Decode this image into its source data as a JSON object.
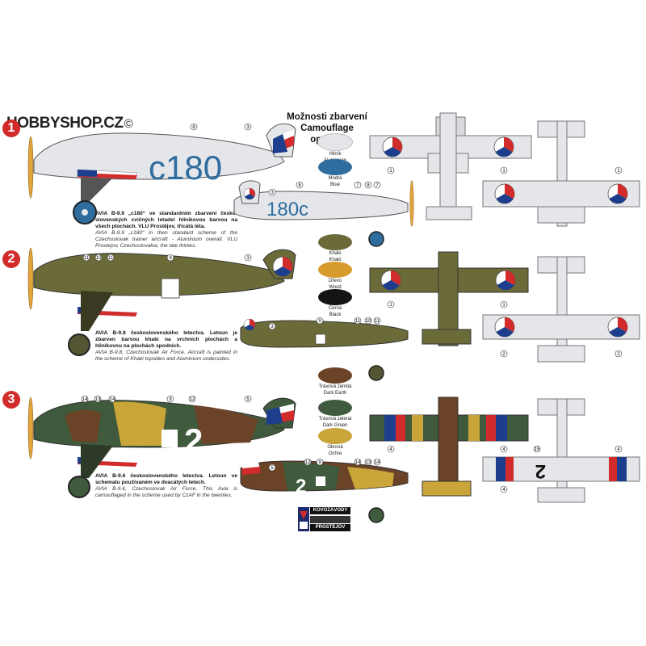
{
  "watermark": {
    "text": "HOBBYSHOP.CZ",
    "symbol": "©"
  },
  "camouflage": {
    "title_cz": "Možnosti zbarvení",
    "title_en": "Camouflage options",
    "colors": [
      {
        "cz": "Hliník",
        "en": "Aluminium",
        "hex": "#e4e6ea"
      },
      {
        "cz": "Modrá",
        "en": "Blue",
        "hex": "#2e6d9e"
      },
      {
        "cz": "Khaki",
        "en": "Khaki",
        "hex": "#6b6b3a"
      },
      {
        "cz": "Dřevo",
        "en": "Wood",
        "hex": "#d79a2c"
      },
      {
        "cz": "Černá",
        "en": "Black",
        "hex": "#141414"
      },
      {
        "cz": "Trávová zemitá",
        "en": "Dark Earth",
        "hex": "#6b4326"
      },
      {
        "cz": "Trávová zelená",
        "en": "Dark Green",
        "hex": "#3f5a3c"
      },
      {
        "cz": "Okrová",
        "en": "Ochre",
        "hex": "#c9a53a"
      }
    ]
  },
  "options": [
    {
      "badge": "1",
      "registration": "c180",
      "registration_small": "180c",
      "caption_cz": "AVIA B-9.9 „c180“ ve standardním zbarvení česko-slovenských cvičných letadel hliníkovou barvou na všech plochách. VLU Prostějov, třicátá léta.",
      "caption_en": "AVIA B-9.9 „c180“ in then standard scheme of the Czechoslovak trainer aircraft - Aluminium overall. VLU Prostejov, Czechoslovakia, the late thirties.",
      "callouts": [
        "8",
        "3",
        "3",
        "8",
        "7",
        "8",
        "7",
        "1",
        "1",
        "1"
      ]
    },
    {
      "badge": "2",
      "caption_cz": "AVIA B-9.8 československého letectva. Letoun je zbarven barvou khaki na vrchních plochách a hliníkovou na plochách spodních.",
      "caption_en": "AVIA B-9.8, Czechoslovak Air Force. Aircraft is painted in the scheme of Khaki topsides and Aluminium undersides.",
      "callouts": [
        "11",
        "10",
        "11",
        "9",
        "3",
        "3",
        "9",
        "11",
        "10",
        "11",
        "1",
        "1",
        "2",
        "2"
      ]
    },
    {
      "badge": "3",
      "registration": "2",
      "caption_cz": "AVIA B-9.6 československého letectva. Letoun ve schematu používaném ve dvacátých letech.",
      "caption_en": "AVIA B-9.6, Czechoslovak Air Force. This Avia is camouflaged in the scheme used by CzAF in the twenties.",
      "callouts": [
        "14",
        "13",
        "14",
        "9",
        "12",
        "5",
        "5",
        "12",
        "9",
        "14",
        "13",
        "14",
        "4",
        "4",
        "4",
        "15",
        "4"
      ]
    }
  ],
  "logo": {
    "line1": "KOVOZÁVODY",
    "line2": "PROSTĚJOV"
  }
}
